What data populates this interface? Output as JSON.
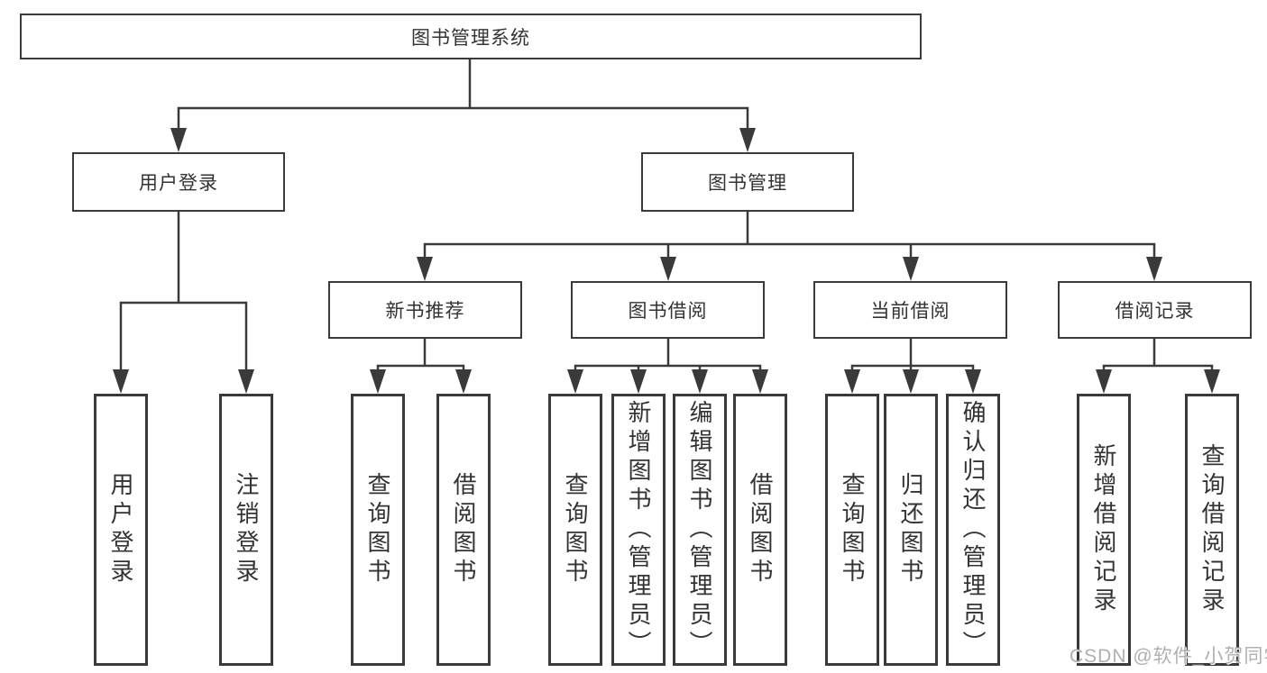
{
  "tree": {
    "root": "图书管理系统",
    "branches": [
      {
        "label": "用户登录",
        "children": [
          "用户登录",
          "注销登录"
        ]
      },
      {
        "label": "图书管理",
        "children": [
          {
            "label": "新书推荐",
            "children": [
              "查询图书",
              "借阅图书"
            ]
          },
          {
            "label": "图书借阅",
            "children": [
              "查询图书",
              "新增图书（管理员）",
              "编辑图书（管理员）",
              "借阅图书"
            ]
          },
          {
            "label": "当前借阅",
            "children": [
              "查询图书",
              "归还图书",
              "确认归还（管理员）"
            ]
          },
          {
            "label": "借阅记录",
            "children": [
              "新增借阅记录",
              "查询借阅记录"
            ]
          }
        ]
      }
    ],
    "colors": {
      "line": "#3a3a3a",
      "text": "#333333",
      "box_background": "#ffffff",
      "watermark": "#b0b0b0",
      "page_background": "#ffffff"
    }
  },
  "watermark": "CSDN @软件_小贺同学"
}
